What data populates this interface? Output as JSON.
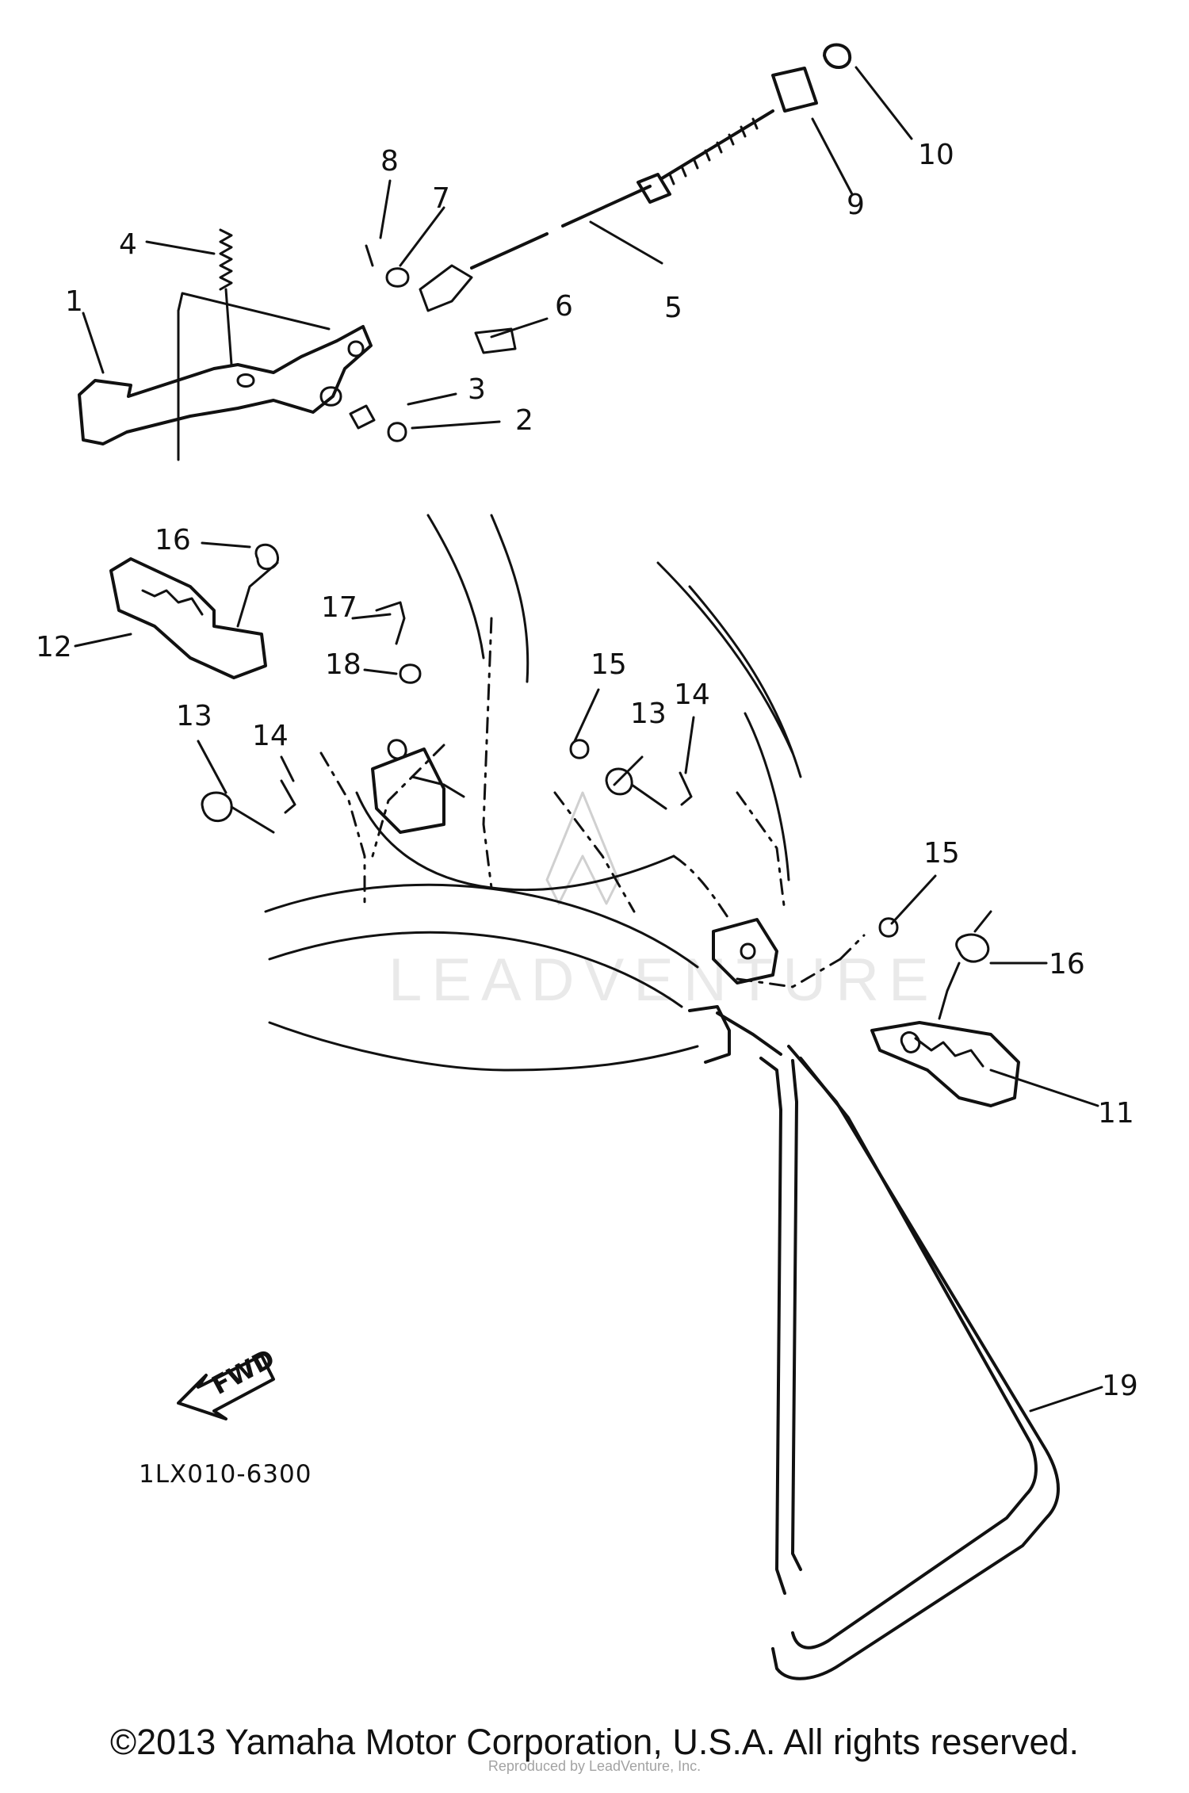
{
  "part_numbers": [
    "1",
    "2",
    "3",
    "4",
    "5",
    "6",
    "7",
    "8",
    "9",
    "10",
    "11",
    "12",
    "13",
    "13",
    "14",
    "14",
    "15",
    "15",
    "16",
    "16",
    "17",
    "18",
    "19"
  ],
  "diagram_code": "1LX010-6300",
  "fwd_label": "FWD",
  "watermark": "LEADVENTURE",
  "copyright": "©2013 Yamaha Motor Corporation, U.S.A. All rights reserved.",
  "credit": "Reproduced by LeadVenture, Inc."
}
